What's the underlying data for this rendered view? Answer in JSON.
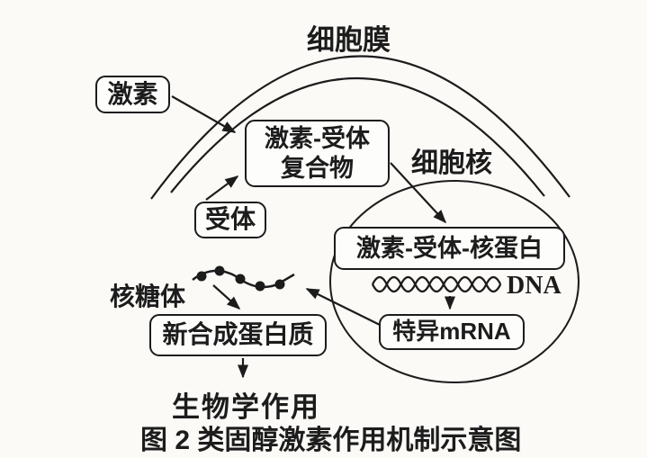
{
  "figure": {
    "membrane_label": "细胞膜",
    "nucleus_label": "细胞核",
    "hormone_label": "激素",
    "receptor_label": "受体",
    "complex_line1": "激素-受体",
    "complex_line2": "复合物",
    "nucleoprotein_label": "激素-受体-核蛋白",
    "dna_label": "DNA",
    "mrna_label": "特异mRNA",
    "ribosome_label": "核糖体",
    "new_protein_label": "新合成蛋白质",
    "bio_effect_label": "生物学作用",
    "caption": "图 2 类固醇激素作用机制示意图"
  },
  "icons": {
    "arrows": [
      "arrow-hormone-to-complex",
      "arrow-receptor-to-complex",
      "arrow-complex-to-nucleoprotein",
      "arrow-dna-to-mrna",
      "arrow-mrna-to-ribosome",
      "arrow-ribosome-to-protein",
      "arrow-protein-to-effect"
    ],
    "shapes": [
      "cell-membrane-arcs",
      "nucleus-ellipse",
      "dna-helix",
      "ribosome-bead-chain"
    ]
  },
  "colors": {
    "ink": "#1c1c1c",
    "paper": "#fbfaf7"
  }
}
